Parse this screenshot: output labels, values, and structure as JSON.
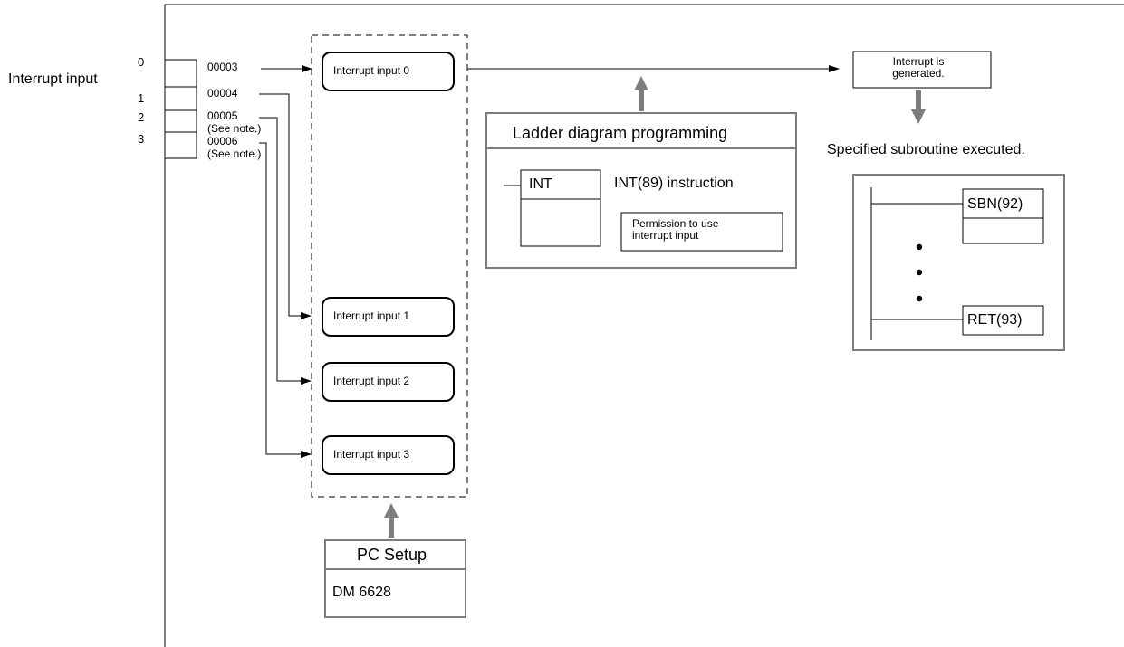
{
  "interrupt_input_label": "Interrupt input",
  "input_numbers": [
    "0",
    "1",
    "2",
    "3"
  ],
  "addresses": [
    "00003",
    "00004",
    "00005",
    "00006"
  ],
  "see_note": "(See note.)",
  "interrupt_boxes": [
    "Interrupt input 0",
    "Interrupt input 1",
    "Interrupt input 2",
    "Interrupt input 3"
  ],
  "interrupt_generated": "Interrupt is generated.",
  "specified_subroutine": "Specified subroutine executed.",
  "ladder": {
    "title": "Ladder diagram programming",
    "int_label": "INT",
    "instruction": "INT(89) instruction",
    "permission": "Permission to use interrupt input"
  },
  "subroutine": {
    "sbn": "SBN(92)",
    "ret": "RET(93)"
  },
  "pc_setup": {
    "title": "PC Setup",
    "dm": "DM 6628"
  }
}
